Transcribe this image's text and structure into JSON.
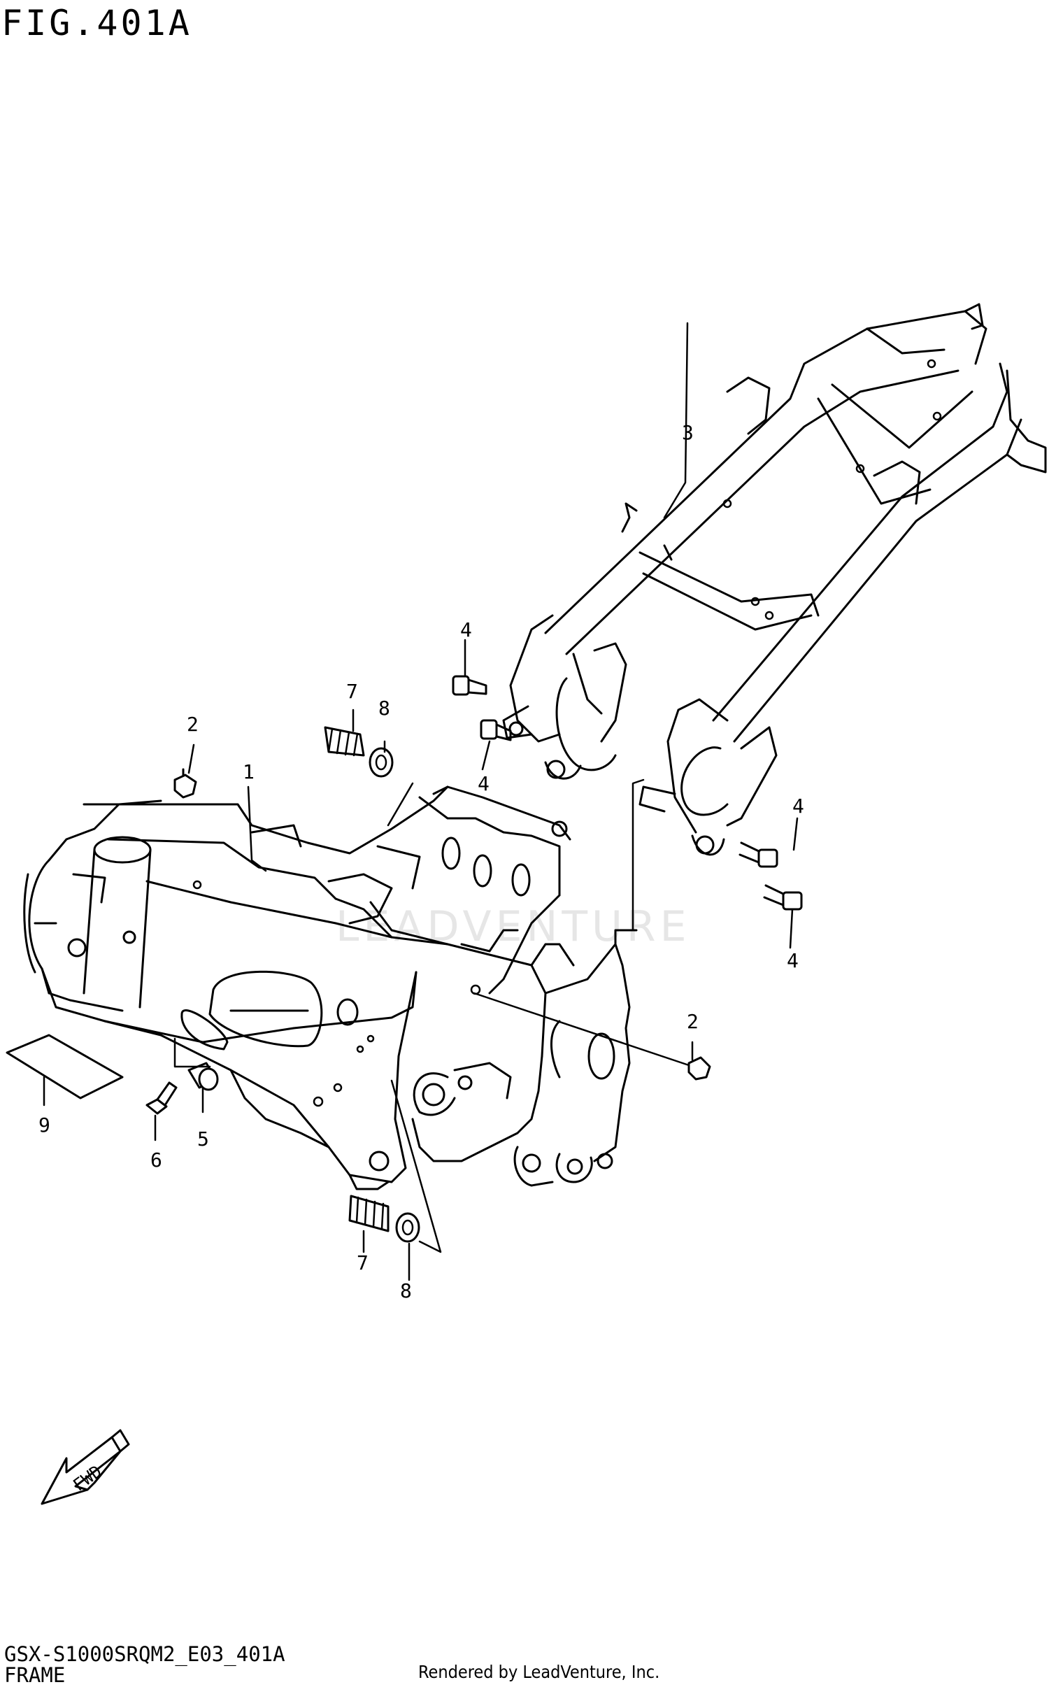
{
  "figure": {
    "title": "FIG.401A",
    "code": "GSX-S1000SRQM2_E03_401A",
    "name": "FRAME",
    "credit": "Rendered by LeadVenture, Inc.",
    "watermark": "LEADVENTURE",
    "fwd_label": "FWD"
  },
  "callouts": {
    "c1": "1",
    "c2a": "2",
    "c2b": "2",
    "c3": "3",
    "c4a": "4",
    "c4b": "4",
    "c4c": "4",
    "c4d": "4",
    "c5": "5",
    "c6": "6",
    "c7a": "7",
    "c7b": "7",
    "c8a": "8",
    "c8b": "8",
    "c9": "9"
  },
  "colors": {
    "line": "#000000",
    "background": "#ffffff",
    "watermark": "#e6e6e6"
  }
}
